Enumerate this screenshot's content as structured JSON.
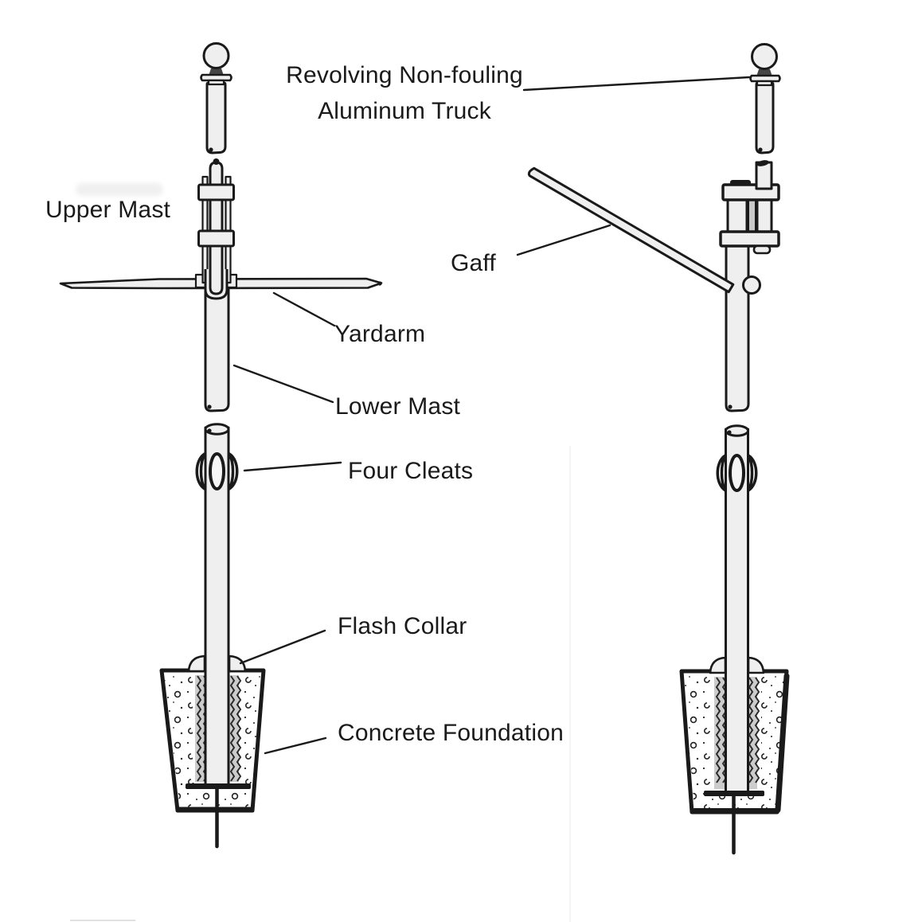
{
  "diagram": {
    "type": "technical-illustration",
    "subject": "Flagpole assembly diagrams: yardarm-rigged pole and gaff-rigged pole, shown with concrete foundations",
    "figures": [
      {
        "name": "flagpole-with-yardarm",
        "parts": [
          "Revolving Non-fouling Aluminum Truck",
          "Upper Mast",
          "Yardarm",
          "Lower Mast",
          "Four Cleats",
          "Flash Collar",
          "Concrete Foundation"
        ]
      },
      {
        "name": "flagpole-with-gaff",
        "parts": [
          "Revolving Non-fouling Aluminum Truck",
          "Gaff",
          "Four Cleats",
          "Flash Collar",
          "Concrete Foundation"
        ]
      }
    ]
  },
  "labels": {
    "truck": {
      "line1": "Revolving Non-fouling",
      "line2": "Aluminum Truck"
    },
    "upper_mast": "Upper Mast",
    "gaff": "Gaff",
    "yardarm": "Yardarm",
    "lower_mast": "Lower Mast",
    "four_cleats": "Four Cleats",
    "flash_collar": "Flash Collar",
    "concrete_foundation": "Concrete Foundation"
  },
  "colors": {
    "line": "#1a1a1a",
    "pole_fill": "#efefef",
    "text": "#1a1a1a",
    "background": "#ffffff"
  }
}
